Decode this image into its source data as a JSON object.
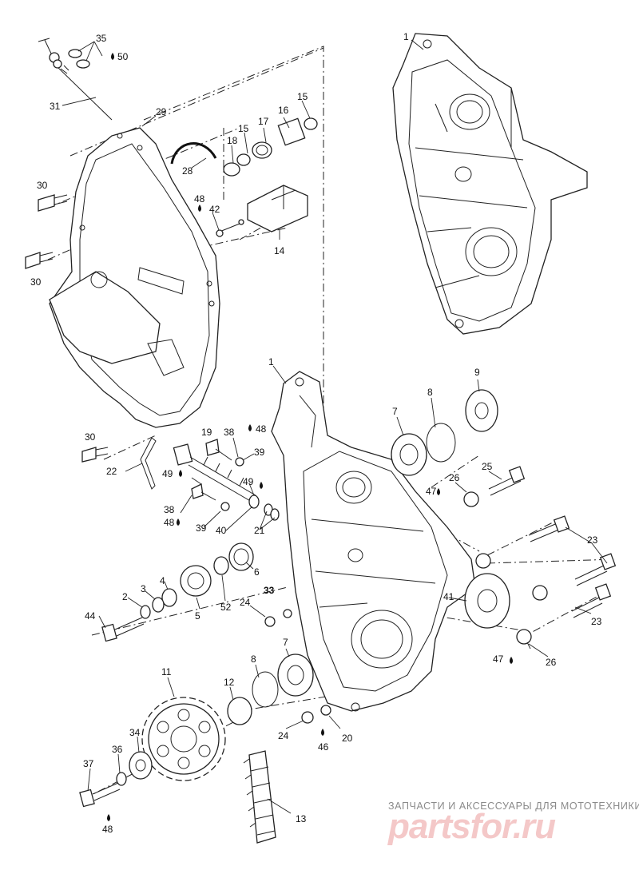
{
  "diagram": {
    "labels": [
      {
        "id": "l1a",
        "text": "1"
      },
      {
        "id": "l35",
        "text": "35"
      },
      {
        "id": "l50",
        "text": "50"
      },
      {
        "id": "l31",
        "text": "31"
      },
      {
        "id": "l29",
        "text": "29"
      },
      {
        "id": "l15a",
        "text": "15"
      },
      {
        "id": "l16",
        "text": "16"
      },
      {
        "id": "l17",
        "text": "17"
      },
      {
        "id": "l15b",
        "text": "15"
      },
      {
        "id": "l18",
        "text": "18"
      },
      {
        "id": "l28",
        "text": "28"
      },
      {
        "id": "l30a",
        "text": "30"
      },
      {
        "id": "l48a",
        "text": "48"
      },
      {
        "id": "l42",
        "text": "42"
      },
      {
        "id": "l14",
        "text": "14"
      },
      {
        "id": "l30b",
        "text": "30"
      },
      {
        "id": "l1b",
        "text": "1"
      },
      {
        "id": "l9",
        "text": "9"
      },
      {
        "id": "l8a",
        "text": "8"
      },
      {
        "id": "l7a",
        "text": "7"
      },
      {
        "id": "l19",
        "text": "19"
      },
      {
        "id": "l38a",
        "text": "38"
      },
      {
        "id": "l48b",
        "text": "48"
      },
      {
        "id": "l30c",
        "text": "30"
      },
      {
        "id": "l39a",
        "text": "39"
      },
      {
        "id": "l25",
        "text": "25"
      },
      {
        "id": "l22",
        "text": "22"
      },
      {
        "id": "l49a",
        "text": "49"
      },
      {
        "id": "l49b",
        "text": "49"
      },
      {
        "id": "l26a",
        "text": "26"
      },
      {
        "id": "l47a",
        "text": "47"
      },
      {
        "id": "l38b",
        "text": "38"
      },
      {
        "id": "l48c",
        "text": "48"
      },
      {
        "id": "l39b",
        "text": "39"
      },
      {
        "id": "l40",
        "text": "40"
      },
      {
        "id": "l21",
        "text": "21"
      },
      {
        "id": "l23a",
        "text": "23"
      },
      {
        "id": "l6",
        "text": "6"
      },
      {
        "id": "l4",
        "text": "4"
      },
      {
        "id": "l3",
        "text": "3"
      },
      {
        "id": "l2",
        "text": "2"
      },
      {
        "id": "l5",
        "text": "5"
      },
      {
        "id": "l52",
        "text": "52"
      },
      {
        "id": "l24a",
        "text": "24"
      },
      {
        "id": "l33",
        "text": "33"
      },
      {
        "id": "l41",
        "text": "41"
      },
      {
        "id": "l23b",
        "text": "23"
      },
      {
        "id": "l44",
        "text": "44"
      },
      {
        "id": "l47b",
        "text": "47"
      },
      {
        "id": "l26b",
        "text": "26"
      },
      {
        "id": "l7b",
        "text": "7"
      },
      {
        "id": "l8b",
        "text": "8"
      },
      {
        "id": "l11",
        "text": "11"
      },
      {
        "id": "l12",
        "text": "12"
      },
      {
        "id": "l34",
        "text": "34"
      },
      {
        "id": "l24b",
        "text": "24"
      },
      {
        "id": "l20",
        "text": "20"
      },
      {
        "id": "l46",
        "text": "46"
      },
      {
        "id": "l36",
        "text": "36"
      },
      {
        "id": "l37",
        "text": "37"
      },
      {
        "id": "l13",
        "text": "13"
      },
      {
        "id": "l48d",
        "text": "48"
      }
    ]
  },
  "watermark": {
    "tagline": "ЗАПЧАСТИ И АКСЕССУАРЫ ДЛЯ МОТОТЕХНИКИ",
    "logo": "partsfor.ru"
  }
}
